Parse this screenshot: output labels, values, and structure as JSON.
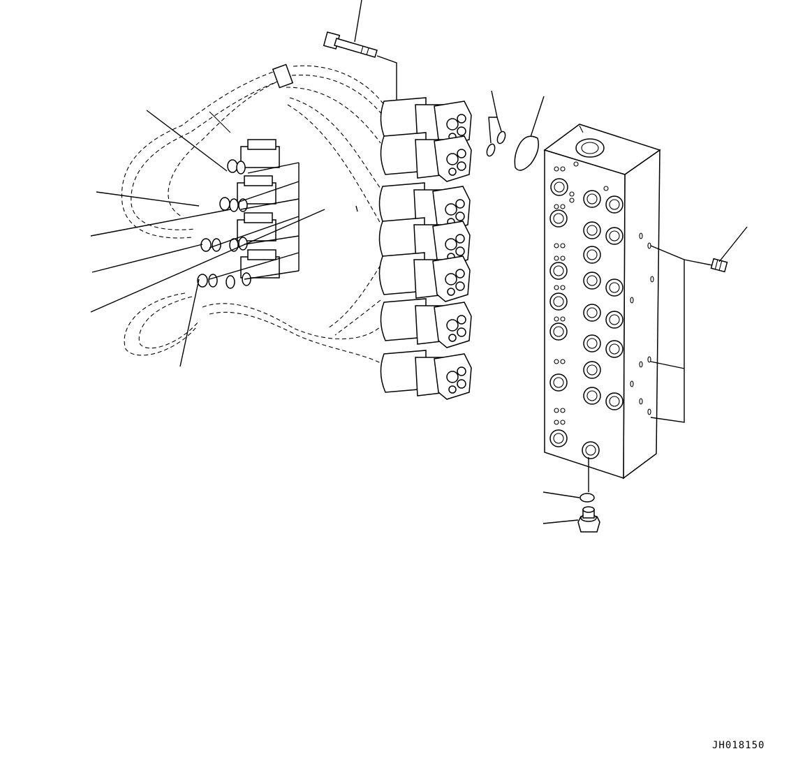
{
  "drawing_id": "JH018150",
  "components": [
    "bolt",
    "solenoid-valve-stack",
    "wire-harness",
    "harness-connectors",
    "o-rings",
    "gasket",
    "valve-block",
    "plugs",
    "drain-o-ring",
    "drain-plug"
  ]
}
